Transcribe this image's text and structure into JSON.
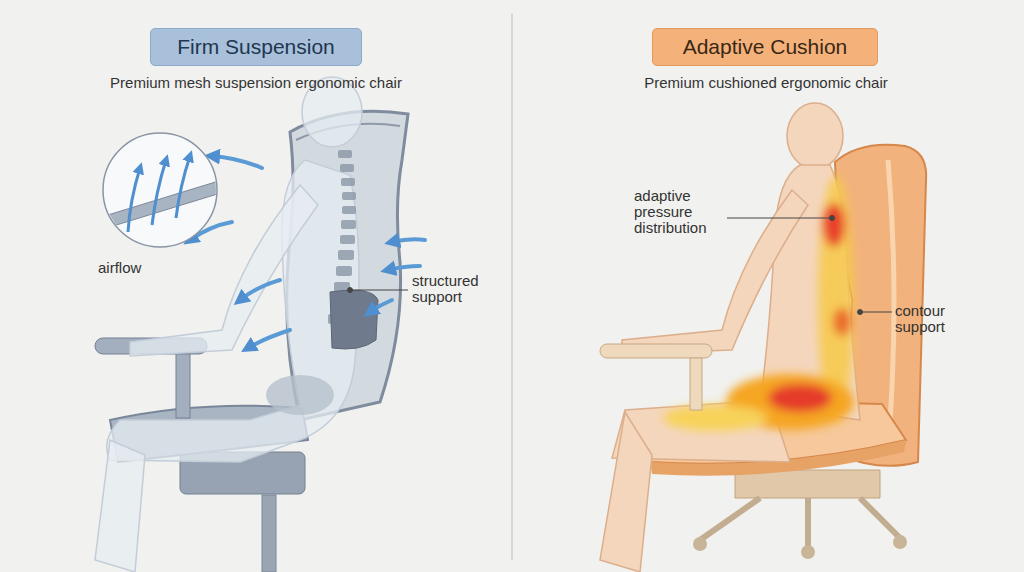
{
  "diagram": {
    "nodes": [
      {
        "text": [
          "Firm Suspension"
        ]
      },
      {
        "text": [
          "Adaptive Cushion"
        ]
      }
    ],
    "labels": [
      "Premium mesh suspension ergonomic chair",
      "airflow",
      "structured support",
      "Premium cushioned ergonomic chair",
      "adaptive pressure distribution",
      "contour support"
    ]
  }
}
